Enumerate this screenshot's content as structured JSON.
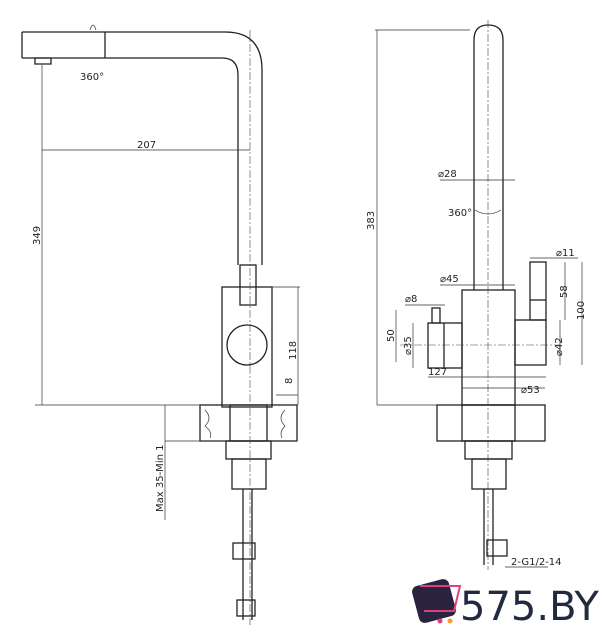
{
  "side_view": {
    "dim_spout_reach": "207",
    "dim_height": "349",
    "dim_rotation": "360°",
    "dim_body_height": "118",
    "dim_offset": "8",
    "dim_countertop": "Max 35-Min 1"
  },
  "front_view": {
    "dim_height": "383",
    "dim_pipe_diameter": "⌀28",
    "dim_rotation": "360°",
    "dim_lever_diameter": "⌀11",
    "dim_body_diameter": "⌀45",
    "dim_knob_pin_diameter": "⌀8",
    "dim_lever_length": "58",
    "dim_lever_height": "100",
    "dim_knob_height": "50",
    "dim_knob_diameter": "⌀35",
    "dim_right_diameter": "⌀42",
    "dim_width": "127",
    "dim_base_diameter": "⌀53",
    "dim_thread": "2-G1/2-14"
  },
  "logo": {
    "text": "575.BY",
    "colors": [
      "#2a2340",
      "#e0407a",
      "#f0a030",
      "#7b4fe0"
    ]
  }
}
